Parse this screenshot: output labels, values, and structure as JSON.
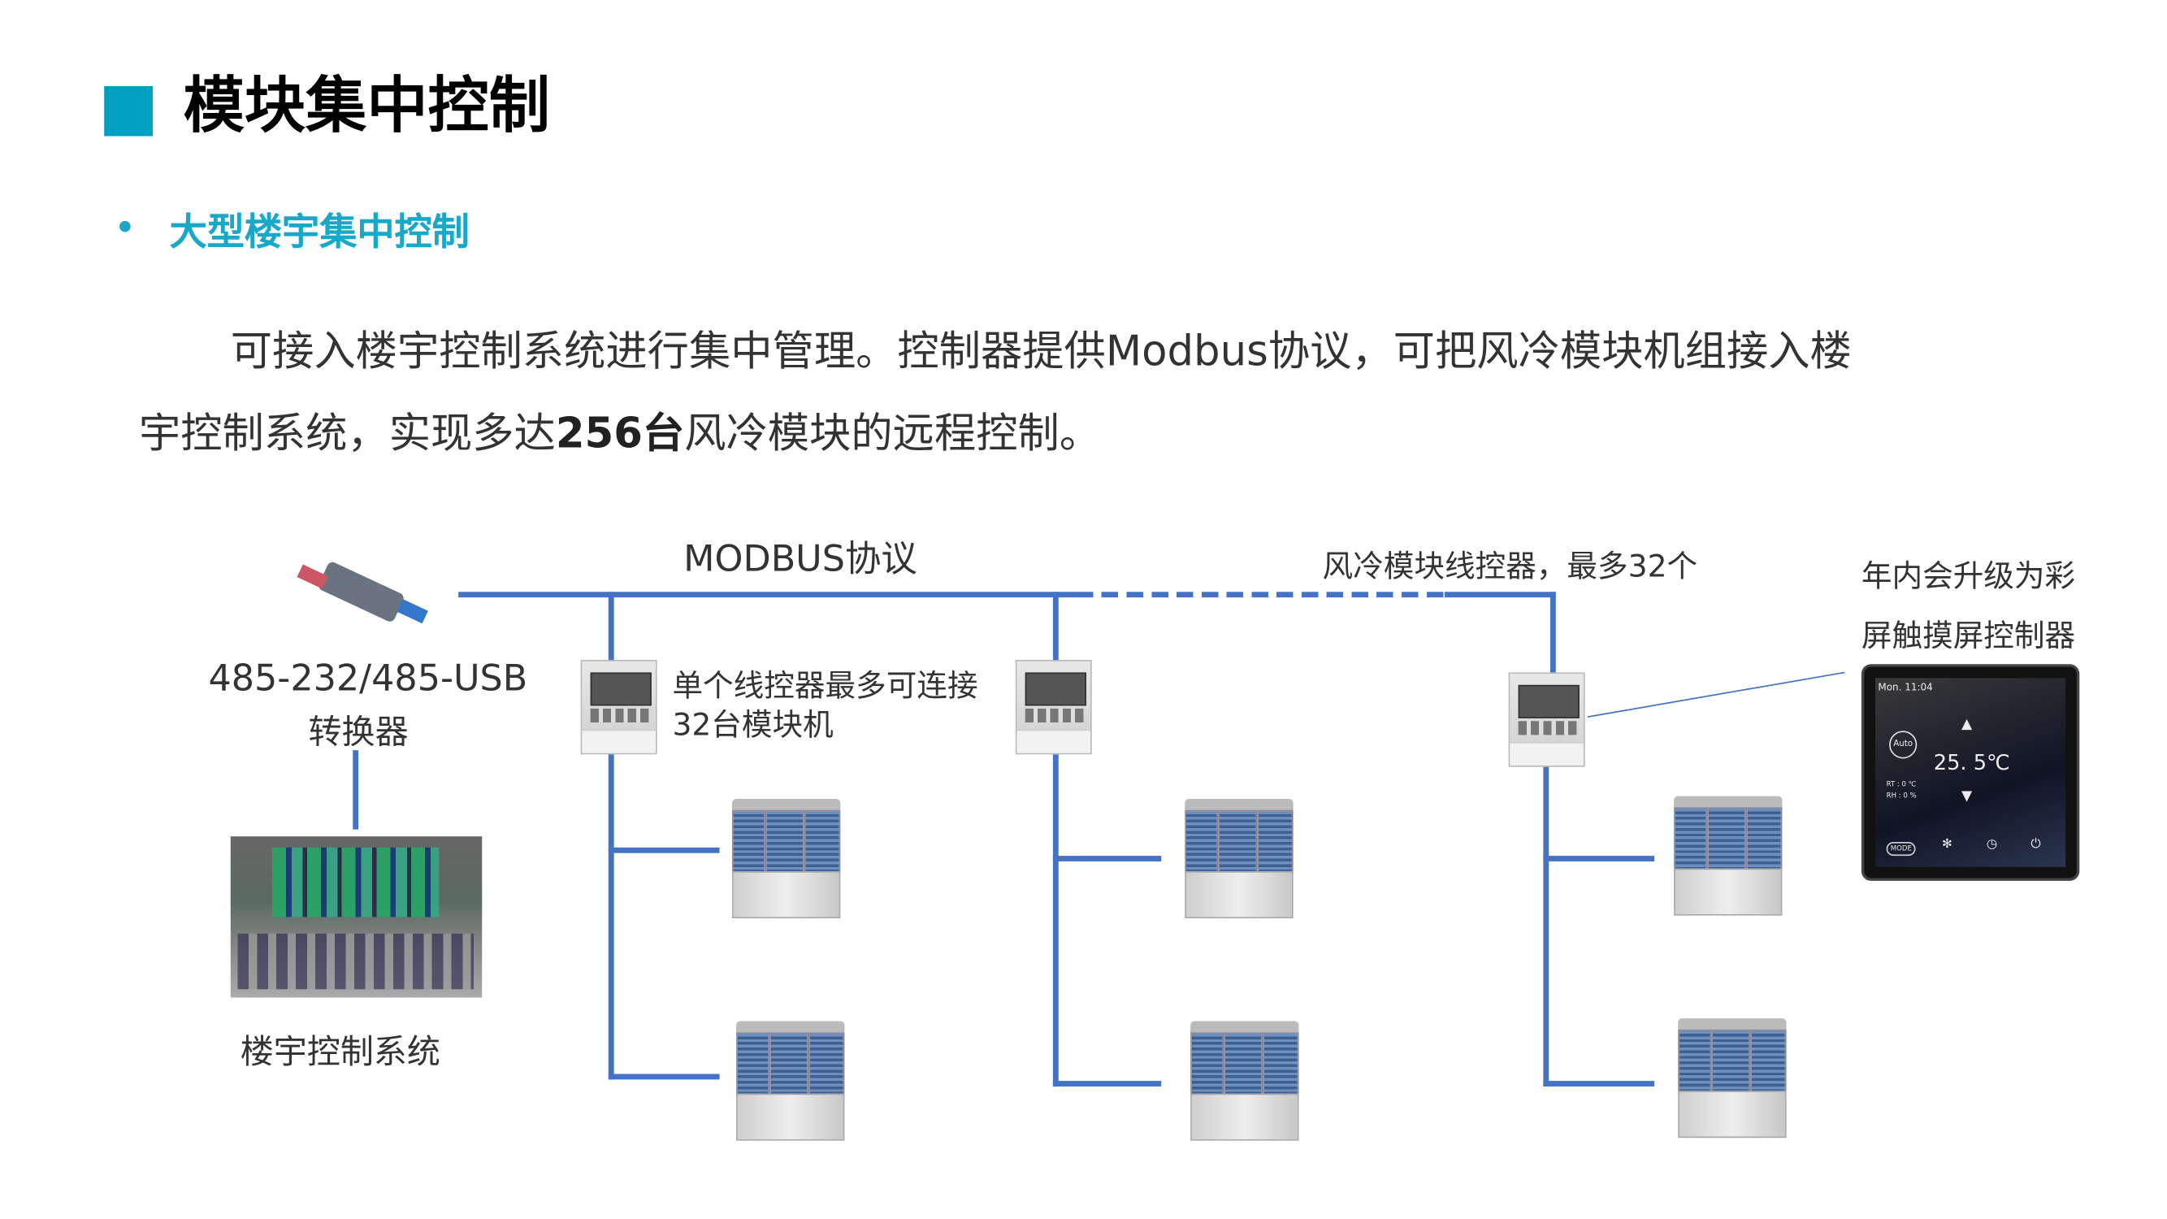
{
  "title": "模块集中控制",
  "subtitle": "大型楼宇集中控制",
  "paragraph": {
    "line1": "可接入楼宇控制系统进行集中管理。控制器提供Modbus协议，可把风冷模块机组接入楼",
    "line2_a": "宇控制系统，实现多达",
    "line2_bold": "256台",
    "line2_b": "风冷模块的远程控制。"
  },
  "diagram": {
    "modbus_label": "MODBUS协议",
    "wired_controller_label": "风冷模块线控器，最多32个",
    "upgrade_label_line1": "年内会升级为彩",
    "upgrade_label_line2": "屏触摸屏控制器",
    "converter_label_line1": "485-232/485-USB",
    "converter_label_line2": "转换器",
    "building_label": "楼宇控制系统",
    "controller_note_line1": "单个线控器最多可连接",
    "controller_note_line2": "32台模块机",
    "touch_screen": {
      "time": "Mon. 11:04",
      "mode": "Auto",
      "temperature": "25. 5℃",
      "rt": "RT : 0 ℃",
      "rh": "RH : 0 %",
      "mode_button": "MODE"
    }
  },
  "colors": {
    "accent": "#00a0c0",
    "subtitle": "#1aa8c8",
    "line": "#4472c4"
  }
}
